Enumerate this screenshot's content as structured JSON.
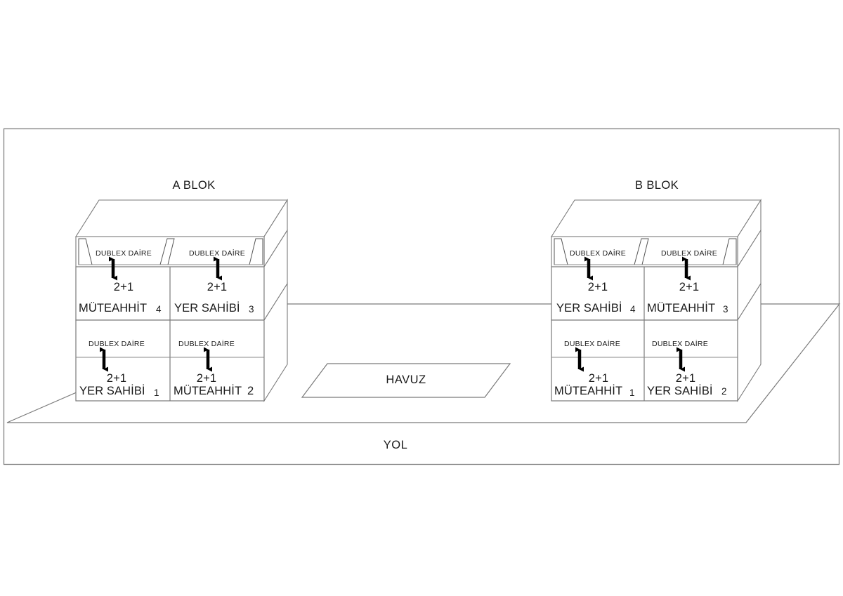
{
  "diagram": {
    "title_a": "A BLOK",
    "title_b": "B BLOK",
    "pool_label": "HAVUZ",
    "road_label": "YOL",
    "duplex_label": "DUBLEX DAİRE",
    "unit_type": "2+1",
    "line_color": "#7a7a7a",
    "text_color": "#1a1a1a",
    "arrow_color": "#000000",
    "background": "#ffffff"
  },
  "blocks": [
    {
      "id": "a",
      "title": "A BLOK",
      "units": [
        {
          "slot": "upper-left",
          "owner": "MÜTEAHHİT",
          "number": "4",
          "type": "2+1",
          "duplex": "DUBLEX DAİRE"
        },
        {
          "slot": "upper-right",
          "owner": "YER SAHİBİ",
          "number": "3",
          "type": "2+1",
          "duplex": "DUBLEX DAİRE"
        },
        {
          "slot": "lower-left",
          "owner": "YER SAHİBİ",
          "number": "1",
          "type": "2+1",
          "duplex": "DUBLEX DAİRE"
        },
        {
          "slot": "lower-right",
          "owner": "MÜTEAHHİT",
          "number": "2",
          "type": "2+1",
          "duplex": "DUBLEX DAİRE"
        }
      ]
    },
    {
      "id": "b",
      "title": "B BLOK",
      "units": [
        {
          "slot": "upper-left",
          "owner": "YER SAHİBİ",
          "number": "4",
          "type": "2+1",
          "duplex": "DUBLEX DAİRE"
        },
        {
          "slot": "upper-right",
          "owner": "MÜTEAHHİT",
          "number": "3",
          "type": "2+1",
          "duplex": "DUBLEX DAİRE"
        },
        {
          "slot": "lower-left",
          "owner": "MÜTEAHHİT",
          "number": "1",
          "type": "2+1",
          "duplex": "DUBLEX DAİRE"
        },
        {
          "slot": "lower-right",
          "owner": "YER SAHİBİ",
          "number": "2",
          "type": "2+1",
          "duplex": "DUBLEX DAİRE"
        }
      ]
    }
  ],
  "site": {
    "pool": "HAVUZ",
    "road": "YOL"
  }
}
